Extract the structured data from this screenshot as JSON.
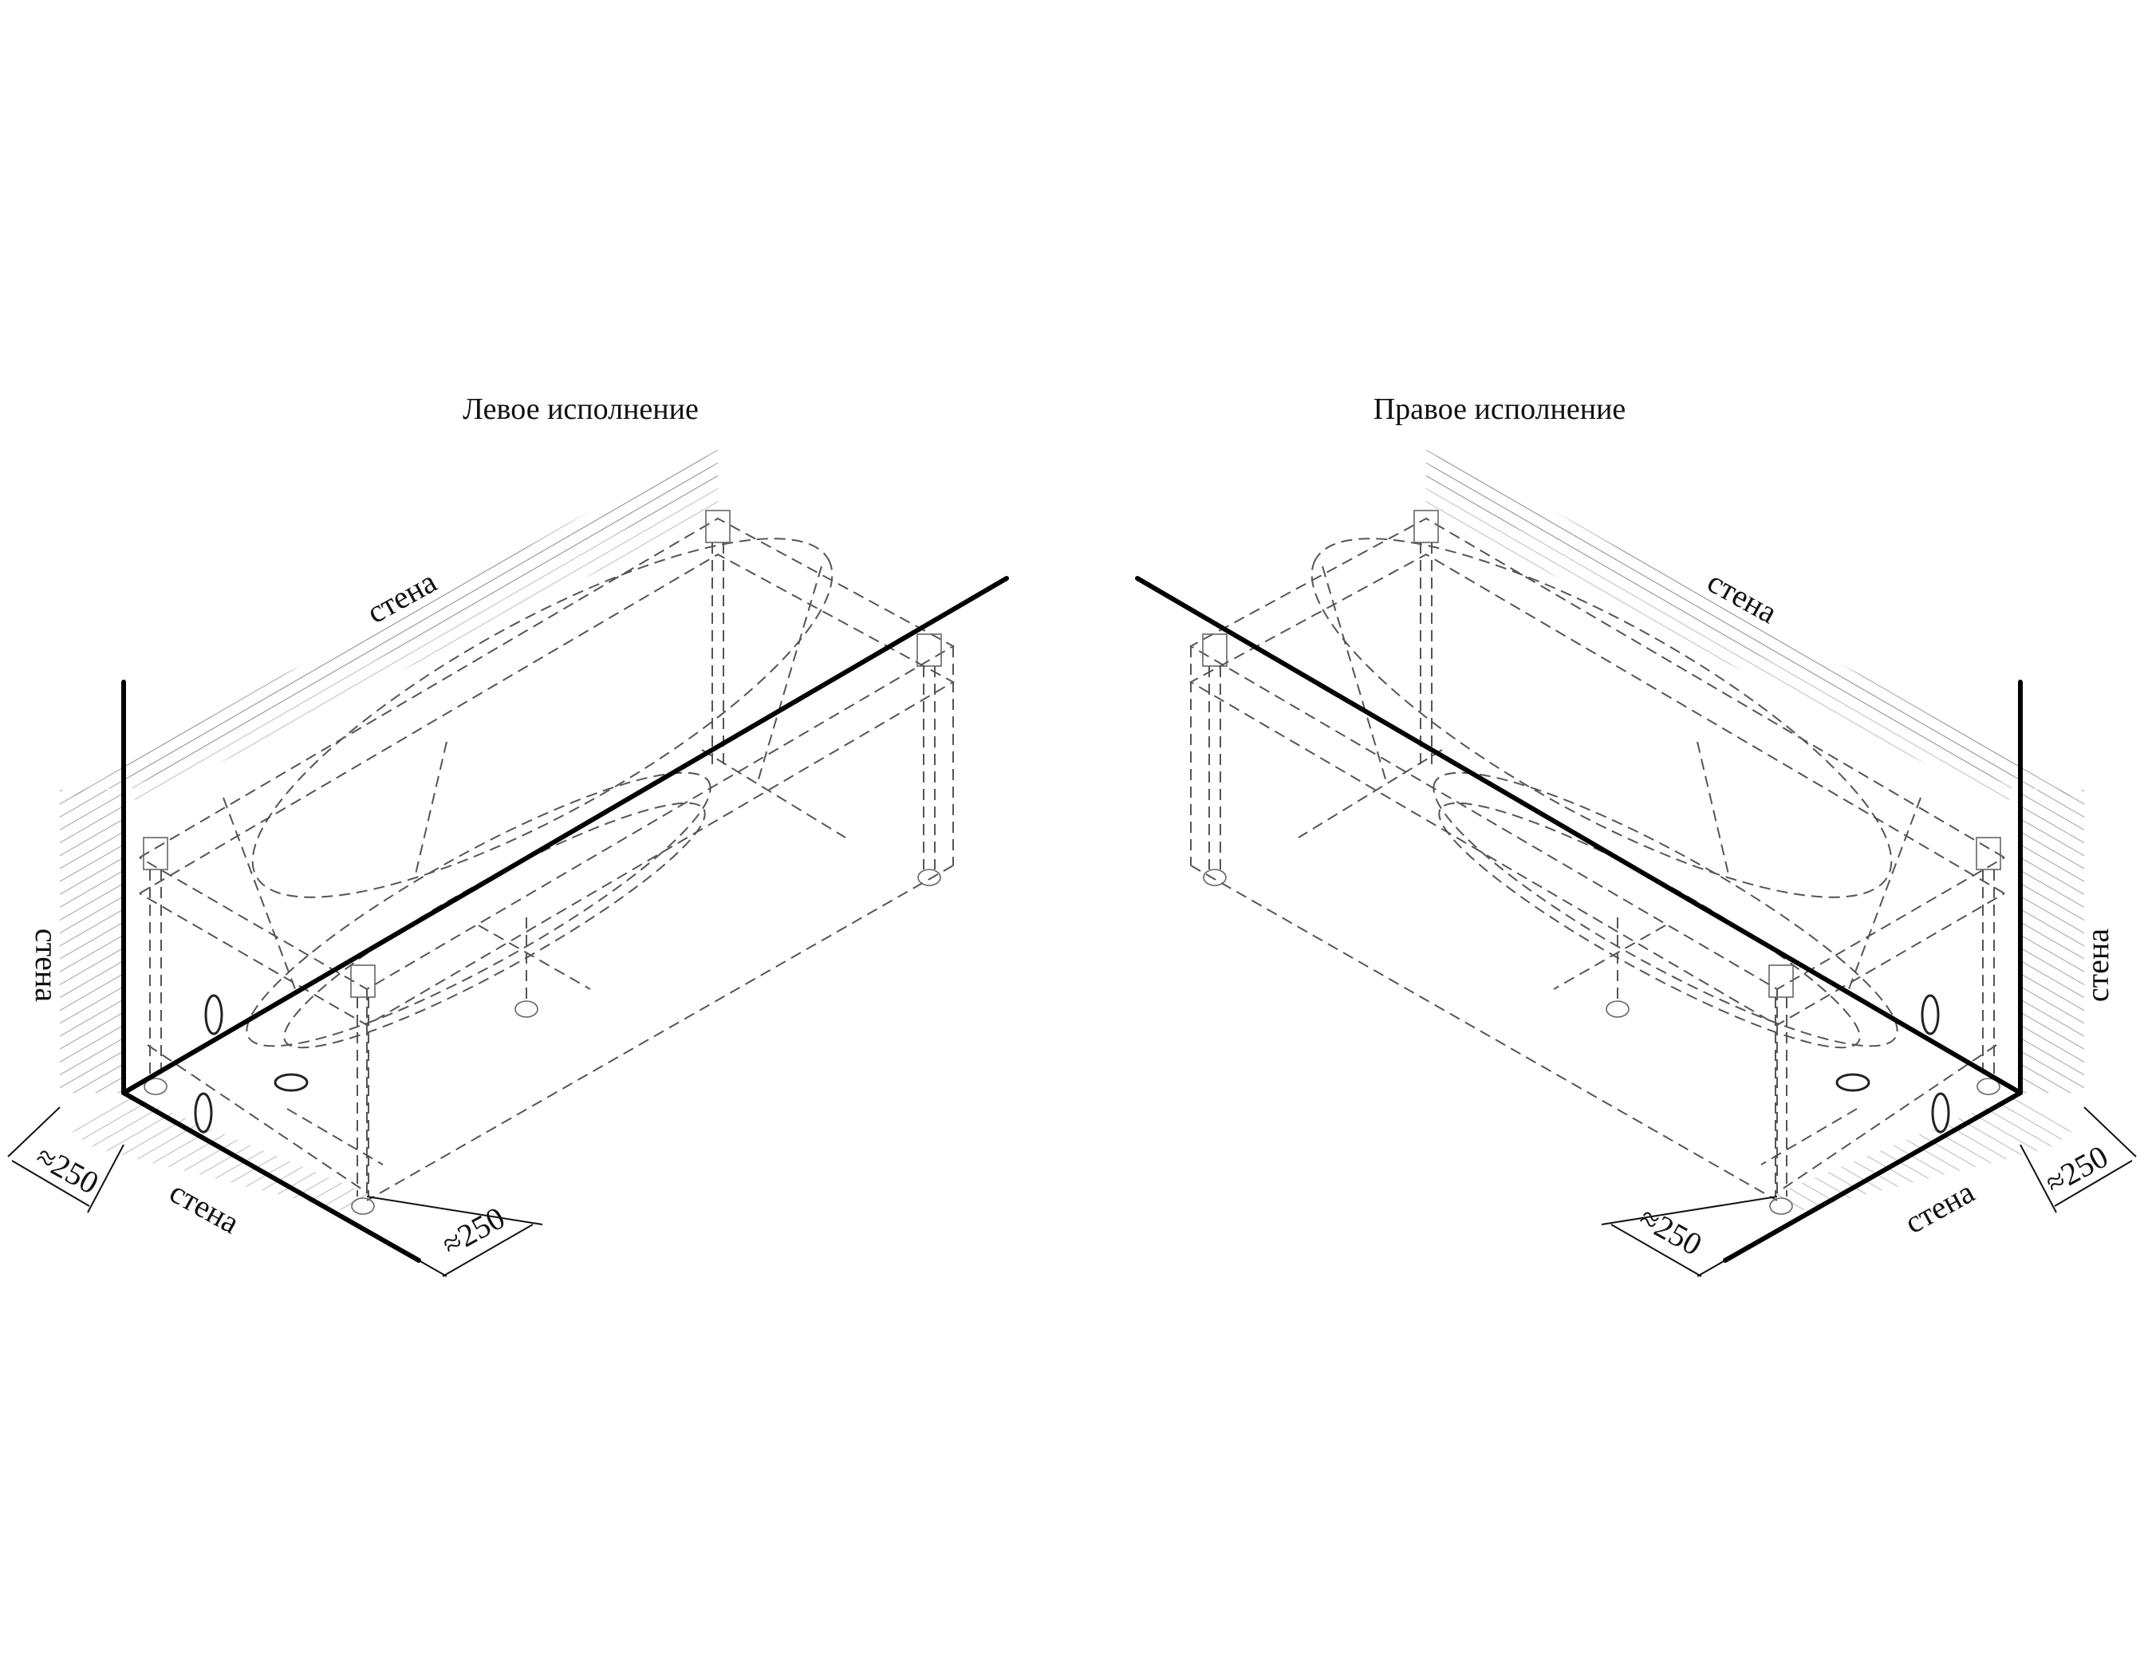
{
  "left_variant": {
    "title": "Левое исполнение",
    "wall_labels": [
      "стена",
      "стена",
      "стена"
    ],
    "dims": [
      "≈250",
      "≈250"
    ]
  },
  "right_variant": {
    "title": "Правое исполнение",
    "wall_labels": [
      "стена",
      "стена",
      "стена"
    ],
    "dims": [
      "≈250",
      "≈250"
    ]
  },
  "colors": {
    "line": "#000000",
    "hatch": "#888888",
    "background": "#ffffff"
  }
}
